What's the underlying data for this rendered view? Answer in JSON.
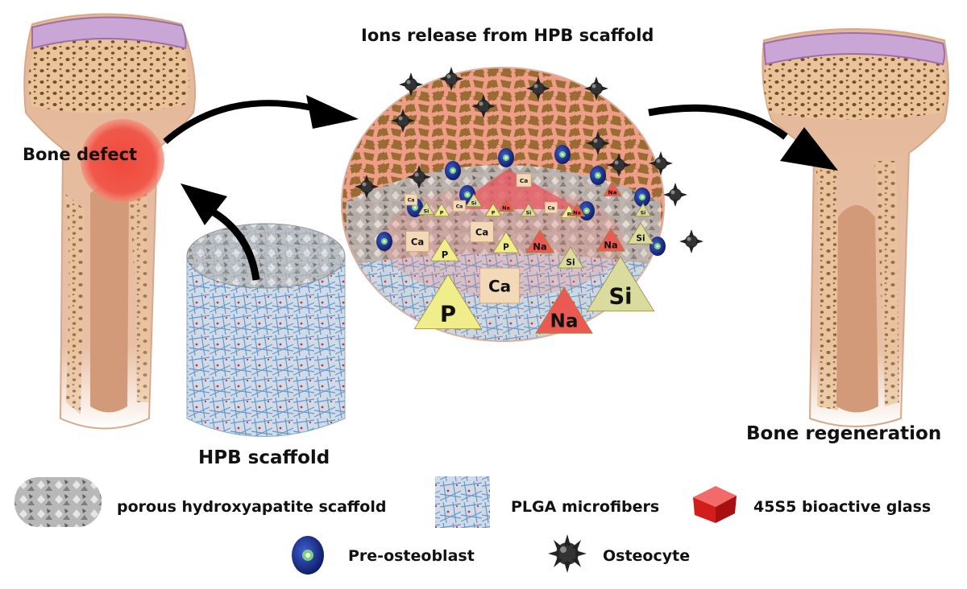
{
  "title": "Ions release from HPB scaffold",
  "labels": {
    "bone_defect": "Bone defect",
    "hpb_scaffold": "HPB scaffold",
    "bone_regeneration": "Bone regeneration"
  },
  "ions": {
    "ca": "Ca",
    "p": "P",
    "na": "Na",
    "si": "Si"
  },
  "legend": {
    "hydroxyapatite": "porous hydroxyapatite scaffold",
    "plga": "PLGA microfibers",
    "bioglass": "45S5 bioactive glass",
    "preosteoblast": "Pre-osteoblast",
    "osteocyte": "Osteocyte"
  },
  "colors": {
    "bone_shaft": "#e4b898",
    "bone_marrow": "#d29a78",
    "spongy_bone": "#e9c49a",
    "cartilage": "#c9a6d6",
    "defect": "#ef4a3a",
    "scaffold_fiber": "#6b96c4",
    "hydroxyapatite": "#9a9a9a",
    "trabecular": "#ee9d86",
    "preosteoblast": "#1f3597",
    "osteocyte": "#3a3a3a",
    "ion_ca": "#f4d9b8",
    "ion_p": "#f0ee8a",
    "ion_na": "#ea5a52",
    "ion_si": "#d9dc9e"
  }
}
